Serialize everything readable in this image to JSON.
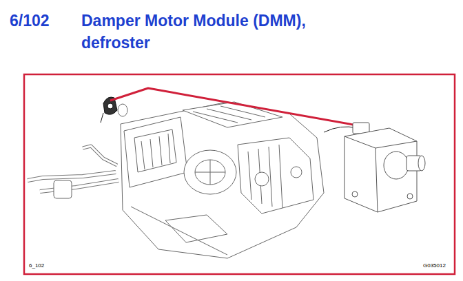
{
  "diagram": {
    "title": "Damper Motor Module (DMM), defroster",
    "labels": [
      "6/102",
      "6_102",
      "G035012"
    ]
  }
}
